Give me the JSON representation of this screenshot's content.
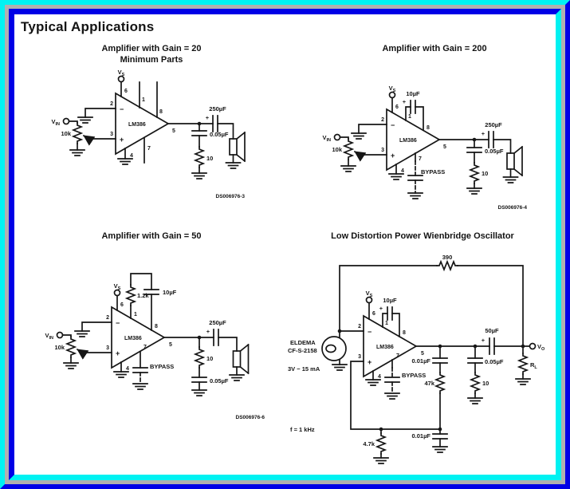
{
  "page": {
    "title": "Typical Applications"
  },
  "pins": {
    "p1": "1",
    "p2": "2",
    "p3": "3",
    "p4": "4",
    "p5": "5",
    "p6": "6",
    "p7": "7",
    "p8": "8"
  },
  "common": {
    "ic": "LM386",
    "bypass": "BYPASS",
    "plus": "+",
    "minus": "−",
    "v": "V",
    "s_sub": "S",
    "in_sub": "IN",
    "o_sub": "O",
    "r": "R",
    "l_sub": "L"
  },
  "c1": {
    "title1": "Amplifier with Gain = 20",
    "title2": "Minimum Parts",
    "pot": "10k",
    "cout": "250µF",
    "czobel": "0.05µF",
    "rzobel": "10",
    "ds": "DS006976-3"
  },
  "c2": {
    "title": "Amplifier with Gain = 200",
    "cgain": "10µF",
    "pot": "10k",
    "cout": "250µF",
    "czobel": "0.05µF",
    "rzobel": "10",
    "ds": "DS006976-4"
  },
  "c3": {
    "title": "Amplifier with Gain = 50",
    "rgain": "1.2k",
    "cgain": "10µF",
    "pot": "10k",
    "cout": "250µF",
    "rzobel": "10",
    "czobel": "0.05µF",
    "ds": "DS006976-6"
  },
  "c4": {
    "title": "Low Distortion Power Wienbridge Oscillator",
    "rfb": "390",
    "cgain": "10µF",
    "lamp_brand": "ELDEMA",
    "lamp_model": "CF-S-2158",
    "lamp_rating": "3V − 15 mA",
    "cout": "50µF",
    "cser": "0.01µF",
    "rser": "47k",
    "czobel": "0.05µF",
    "rzobel": "10",
    "freq": "f = 1 kHz",
    "rpar": "4.7k",
    "cpar": "0.01µF"
  }
}
